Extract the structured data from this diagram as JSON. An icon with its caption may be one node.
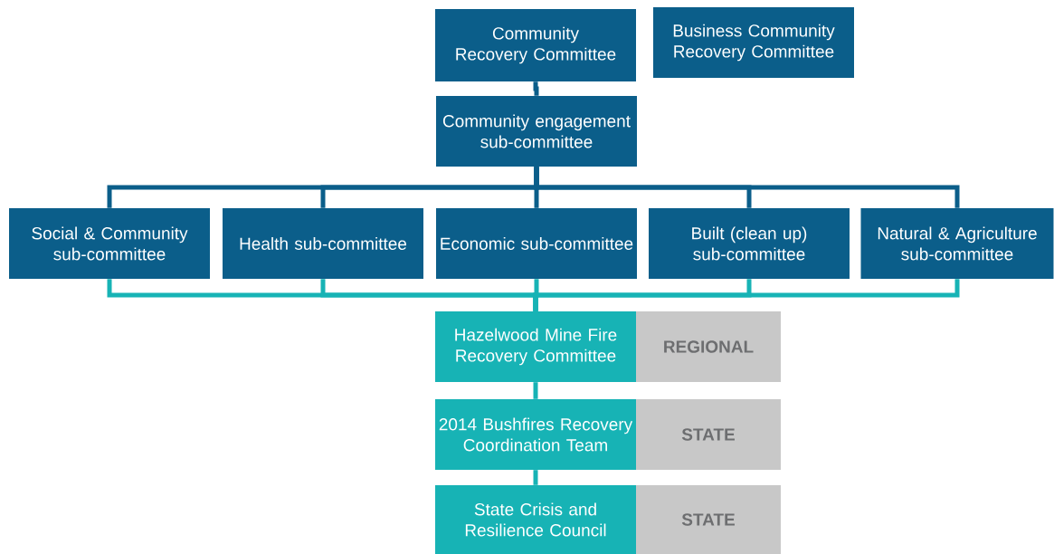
{
  "diagram": {
    "nodes": [
      {
        "text": [
          "Community Recovery Committee"
        ]
      },
      {
        "text": [
          "Business Community Recovery Committee"
        ]
      },
      {
        "text": [
          "Community engagement sub-committee"
        ]
      },
      {
        "text": [
          "Social & Community sub-committee"
        ]
      },
      {
        "text": [
          "Health sub-committee"
        ]
      },
      {
        "text": [
          "Economic sub-committee"
        ]
      },
      {
        "text": [
          "Built (clean up) sub-committee"
        ]
      },
      {
        "text": [
          "Natural & Agriculture sub-committee"
        ]
      },
      {
        "text": [
          "Hazelwood Mine Fire Recovery Committee"
        ]
      },
      {
        "text": [
          "REGIONAL"
        ]
      },
      {
        "text": [
          "2014 Bushfires Recovery Coordination Team"
        ]
      },
      {
        "text": [
          "STATE"
        ]
      },
      {
        "text": [
          "State Crisis and Resilience Council"
        ]
      },
      {
        "text": [
          "STATE"
        ]
      }
    ],
    "edges": [
      {
        "from": 0,
        "to": 2,
        "arrow": "none",
        "color": "#0b5e8a"
      },
      {
        "from": 2,
        "to": 3,
        "arrow": "none",
        "color": "#0b5e8a"
      },
      {
        "from": 2,
        "to": 4,
        "arrow": "none",
        "color": "#0b5e8a"
      },
      {
        "from": 2,
        "to": 5,
        "arrow": "none",
        "color": "#0b5e8a"
      },
      {
        "from": 2,
        "to": 6,
        "arrow": "none",
        "color": "#0b5e8a"
      },
      {
        "from": 2,
        "to": 7,
        "arrow": "none",
        "color": "#0b5e8a"
      },
      {
        "from": 3,
        "to": 8,
        "arrow": "none"
      },
      {
        "from": 4,
        "to": 8,
        "arrow": "none"
      },
      {
        "from": 5,
        "to": 8,
        "arrow": "none"
      },
      {
        "from": 6,
        "to": 8,
        "arrow": "none"
      },
      {
        "from": 7,
        "to": 8,
        "arrow": "none"
      },
      {
        "from": 8,
        "to": 10,
        "arrow": "none"
      },
      {
        "from": 10,
        "to": 12,
        "arrow": "none"
      }
    ]
  }
}
